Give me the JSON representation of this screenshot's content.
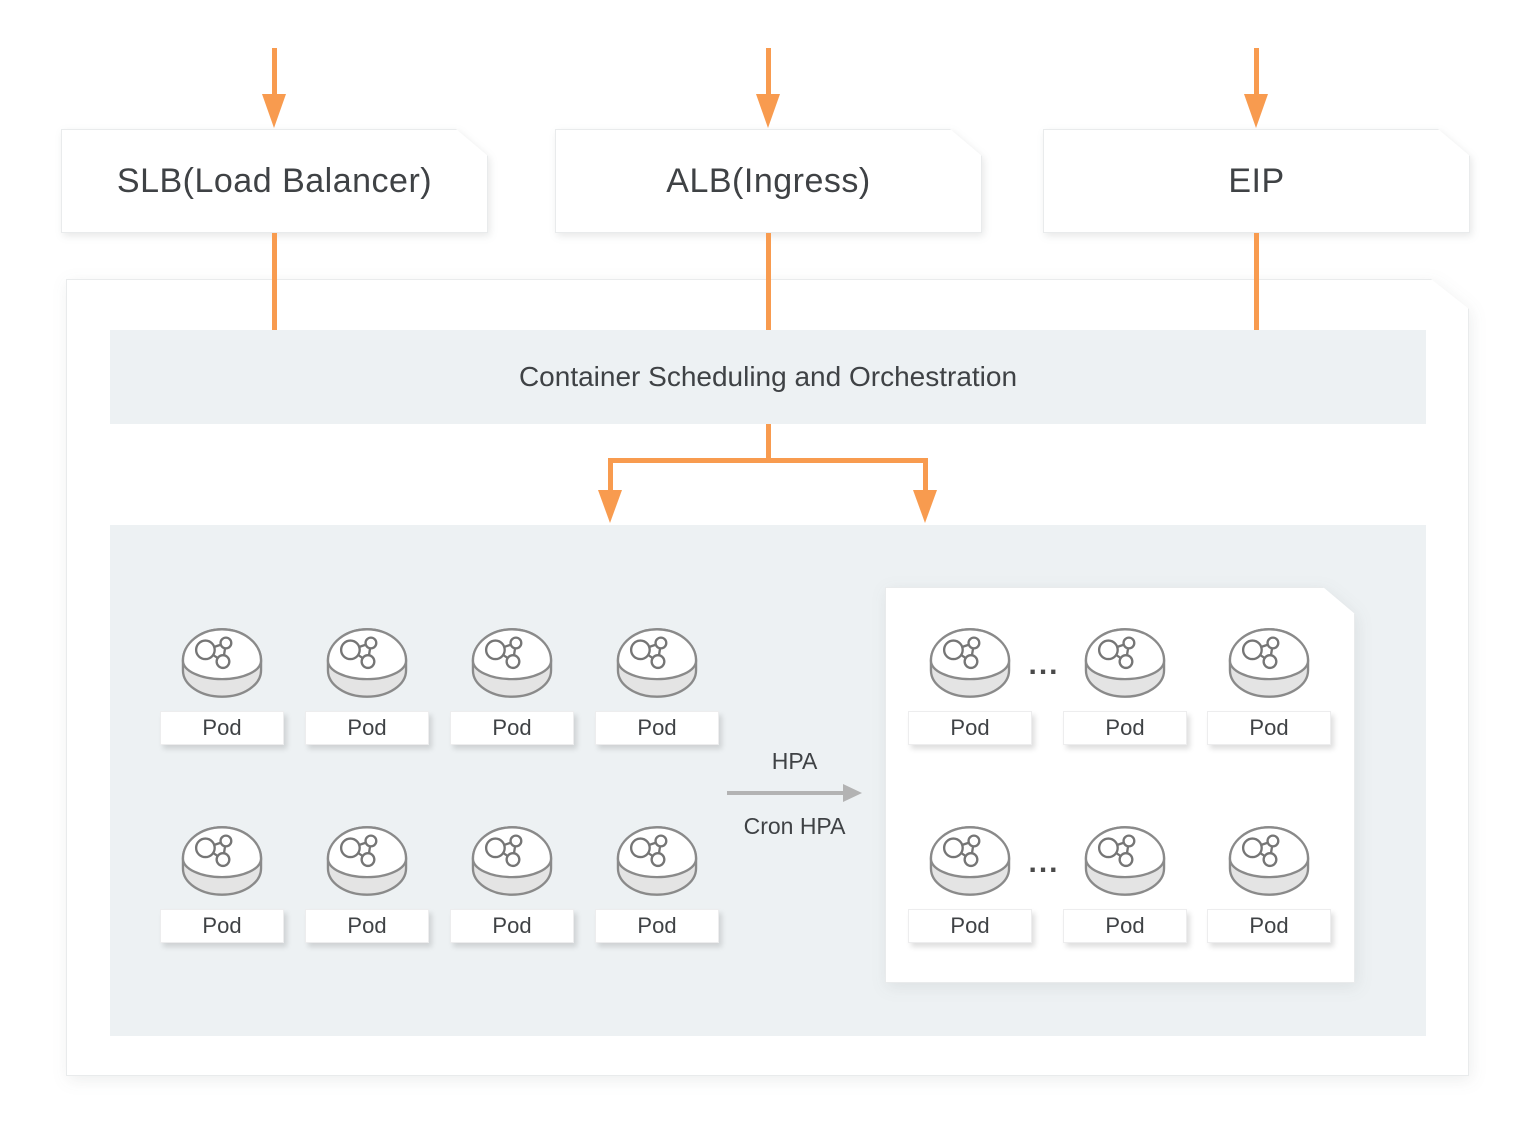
{
  "top_nodes": [
    {
      "label": "SLB(Load Balancer)"
    },
    {
      "label": "ALB(Ingress)"
    },
    {
      "label": "EIP"
    }
  ],
  "orchestration_bar": {
    "title": "Container Scheduling and Orchestration"
  },
  "pod": {
    "label": "Pod"
  },
  "scaler": {
    "top_label": "HPA",
    "bottom_label": "Cron HPA"
  },
  "ellipsis": "...",
  "layout_counts": {
    "left_pod_grid": "4 columns x 2 rows",
    "scaled_pod_grid": "3 columns x 2 rows"
  },
  "colors": {
    "accent_orange": "#F89B4F",
    "panel_gray": "#EDF1F3",
    "arrow_gray": "#B3B3B3",
    "text_dark": "#3F4245"
  }
}
